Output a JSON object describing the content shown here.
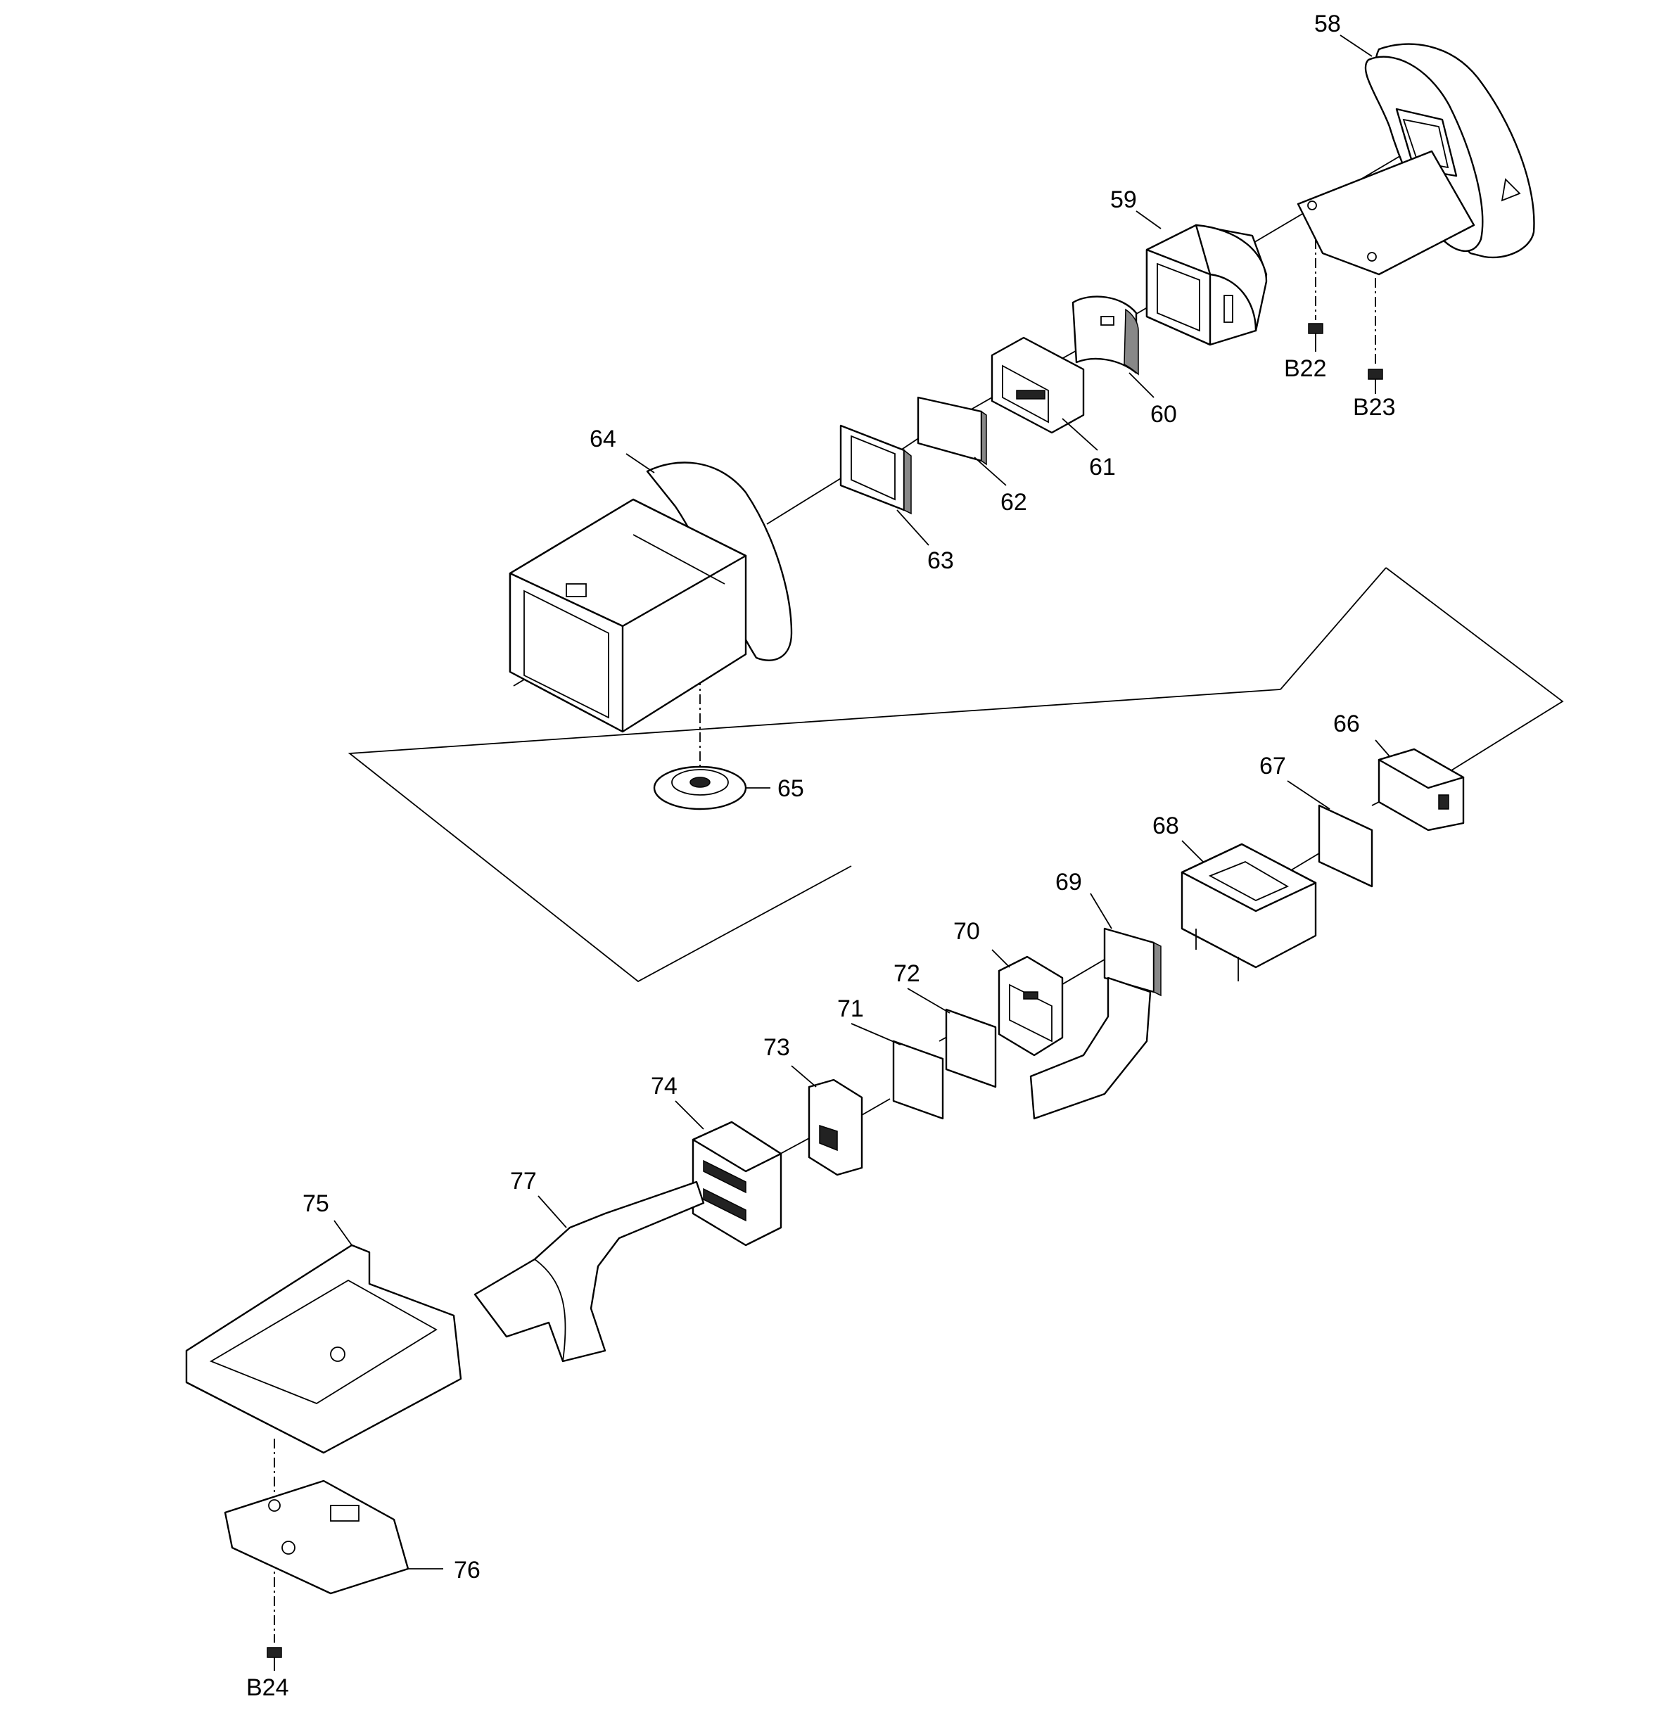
{
  "diagram": {
    "callouts": {
      "p58": "58",
      "p59": "59",
      "p60": "60",
      "p61": "61",
      "p62": "62",
      "p63": "63",
      "p64": "64",
      "p65": "65",
      "p66": "66",
      "p67": "67",
      "p68": "68",
      "p69": "69",
      "p70": "70",
      "p71": "71",
      "p72": "72",
      "p73": "73",
      "p74": "74",
      "p75": "75",
      "p76": "76",
      "p77": "77",
      "b22": "B22",
      "b23": "B23",
      "b24": "B24"
    }
  }
}
